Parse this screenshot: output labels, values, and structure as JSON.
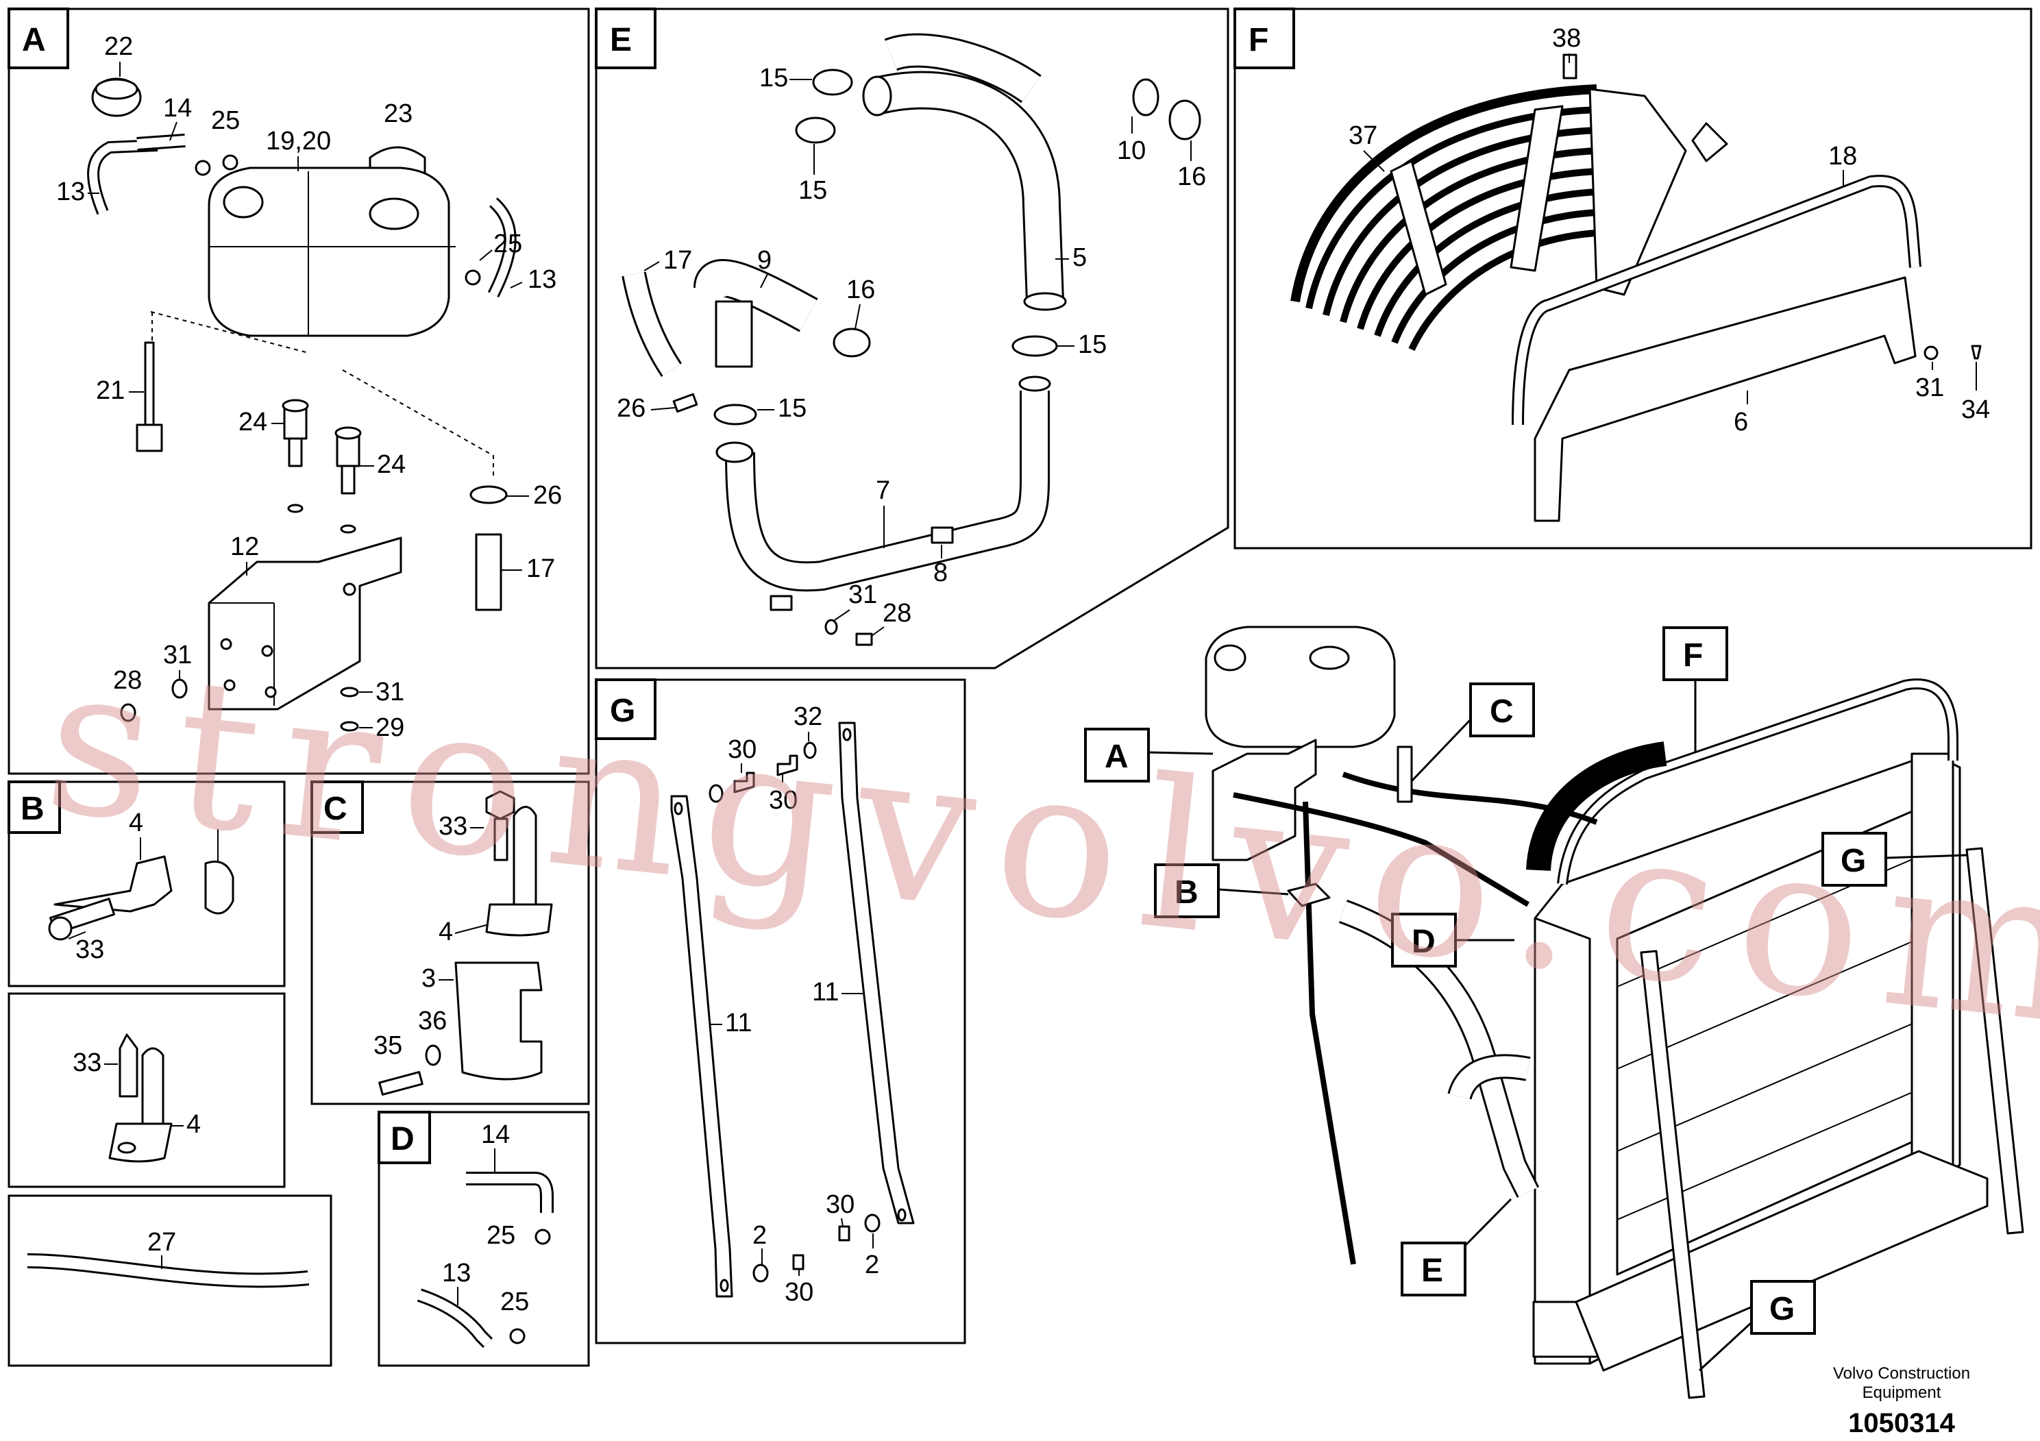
{
  "panels": {
    "A": {
      "tag": "A",
      "labels": {
        "p22": "22",
        "p14": "14",
        "p25a": "25",
        "p1920": "19,20",
        "p23": "23",
        "p13a": "13",
        "p25b": "25",
        "p13b": "13",
        "p21": "21",
        "p24a": "24",
        "p24b": "24",
        "p26": "26",
        "p12": "12",
        "p17": "17",
        "p31a": "31",
        "p28": "28",
        "p31b": "31",
        "p29": "29"
      }
    },
    "B": {
      "tag": "B",
      "labels": {
        "p4": "4",
        "p33": "33"
      }
    },
    "B2": {
      "labels": {
        "p33": "33",
        "p4": "4"
      }
    },
    "C": {
      "tag": "C",
      "labels": {
        "p33": "33",
        "p4": "4",
        "p3": "3",
        "p36": "36",
        "p35": "35"
      }
    },
    "D": {
      "tag": "D",
      "labels": {
        "p14": "14",
        "p25a": "25",
        "p13": "13",
        "p25b": "25"
      }
    },
    "E": {
      "tag": "E",
      "labels": {
        "p15a": "15",
        "p15b": "15",
        "p10": "10",
        "p16a": "16",
        "p5": "5",
        "p17": "17",
        "p9": "9",
        "p16b": "16",
        "p15c": "15",
        "p26": "26",
        "p15d": "15",
        "p7": "7",
        "p8": "8",
        "p31": "31",
        "p28": "28"
      }
    },
    "F": {
      "tag": "F",
      "labels": {
        "p38": "38",
        "p37": "37",
        "p18": "18",
        "p31": "31",
        "p34": "34",
        "p6": "6"
      }
    },
    "G": {
      "tag": "G",
      "labels": {
        "p32": "32",
        "p30a": "30",
        "p30b": "30",
        "p11a": "11",
        "p11b": "11",
        "p30c": "30",
        "p2a": "2",
        "p2b": "2",
        "p30d": "30"
      }
    },
    "H27": {
      "labels": {
        "p27": "27"
      }
    }
  },
  "callouts": {
    "A": "A",
    "B": "B",
    "C": "C",
    "D": "D",
    "E": "E",
    "F": "F",
    "G1": "G",
    "G2": "G"
  },
  "footer": {
    "brand_line1": "Volvo Construction",
    "brand_line2": "Equipment",
    "number": "1050314"
  },
  "watermark": "strongvolvo.com"
}
